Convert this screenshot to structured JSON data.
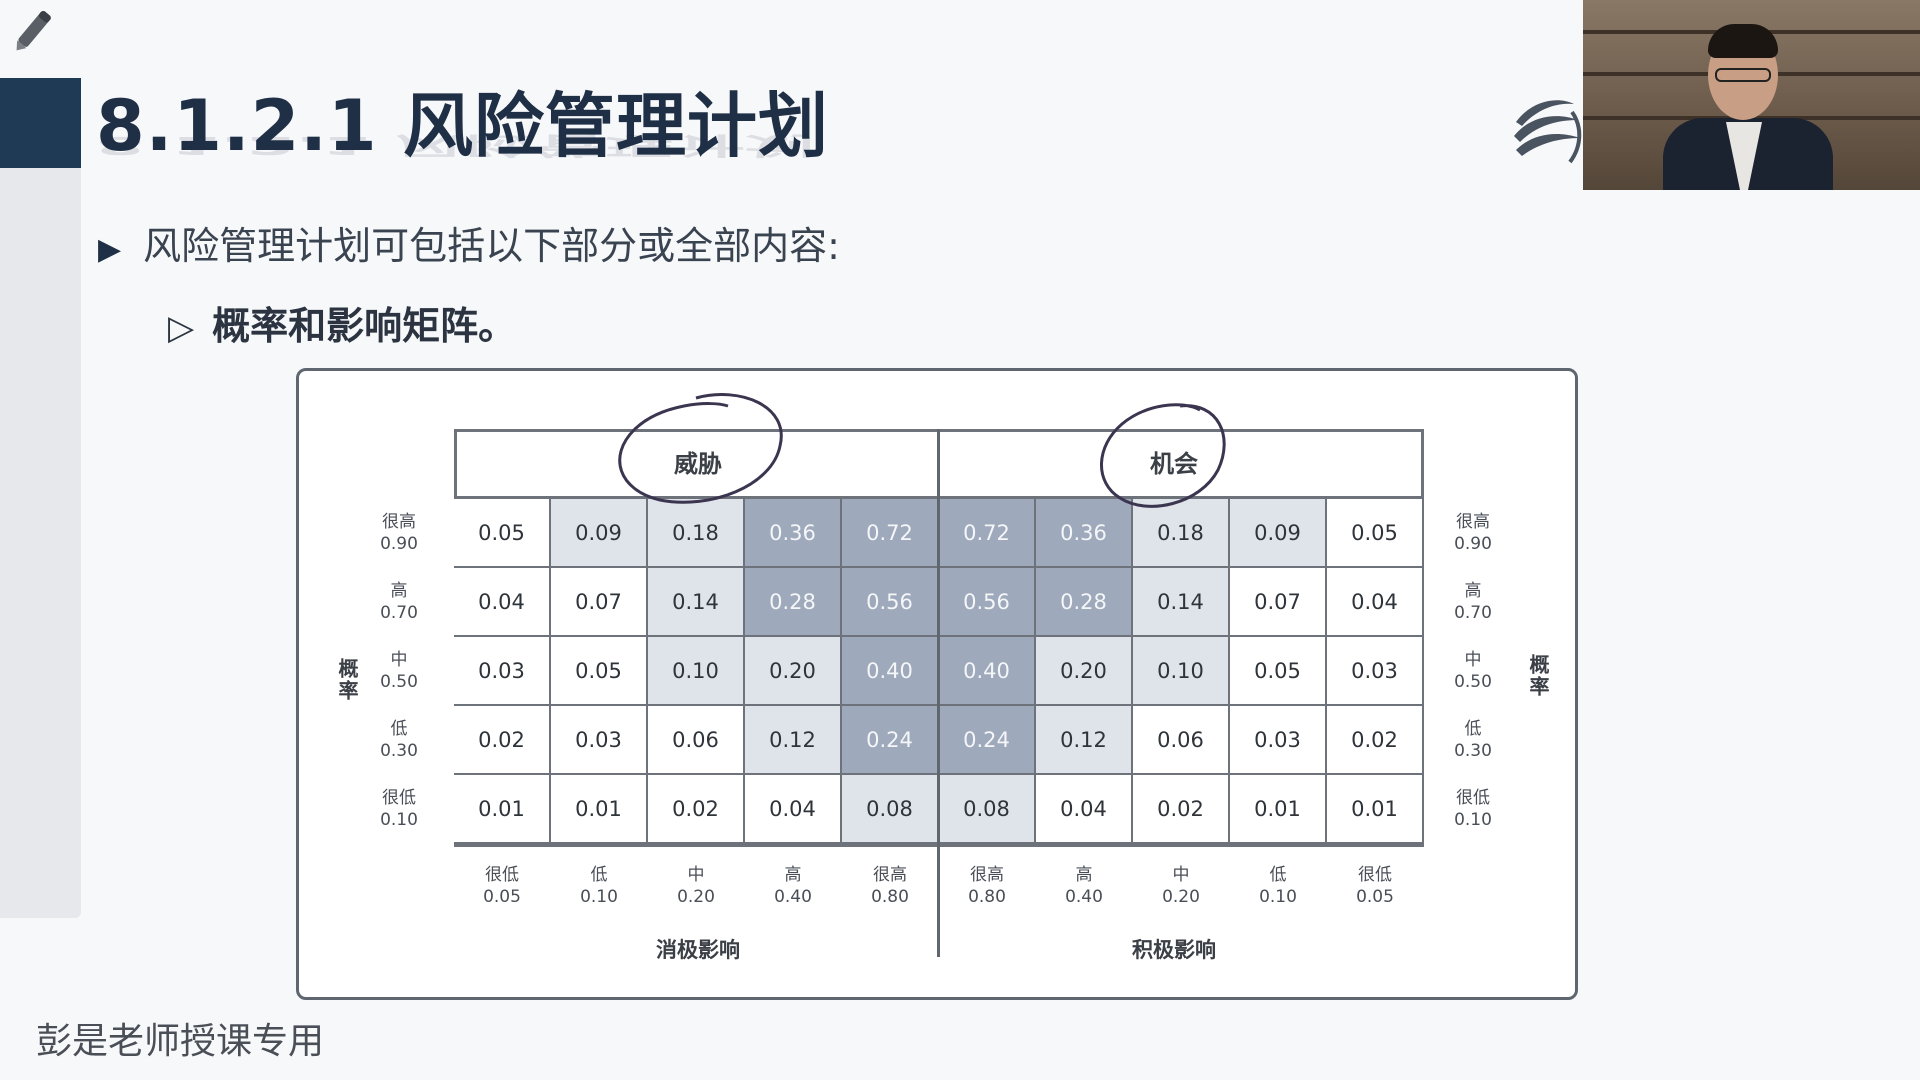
{
  "slide": {
    "title": "8.1.2.1 风险管理计划",
    "bullet1": "风险管理计划可包括以下部分或全部内容:",
    "bullet1_marker": "▶",
    "bullet2": "概率和影响矩阵。",
    "bullet2_marker": "▷",
    "footer": "彭是老师授课专用"
  },
  "matrix": {
    "threat_header": "威胁",
    "opportunity_header": "机会",
    "left_axis_title": "概率",
    "right_axis_title": "概率",
    "bottom_left_title": "消极影响",
    "bottom_right_title": "积极影响",
    "rows": [
      {
        "label": "很高",
        "value": "0.90",
        "cells": [
          "0.05",
          "0.09",
          "0.18",
          "0.36",
          "0.72",
          "0.72",
          "0.36",
          "0.18",
          "0.09",
          "0.05"
        ],
        "shade": [
          0,
          1,
          1,
          2,
          2,
          2,
          2,
          1,
          1,
          0
        ]
      },
      {
        "label": "高",
        "value": "0.70",
        "cells": [
          "0.04",
          "0.07",
          "0.14",
          "0.28",
          "0.56",
          "0.56",
          "0.28",
          "0.14",
          "0.07",
          "0.04"
        ],
        "shade": [
          0,
          0,
          1,
          2,
          2,
          2,
          2,
          1,
          0,
          0
        ]
      },
      {
        "label": "中",
        "value": "0.50",
        "cells": [
          "0.03",
          "0.05",
          "0.10",
          "0.20",
          "0.40",
          "0.40",
          "0.20",
          "0.10",
          "0.05",
          "0.03"
        ],
        "shade": [
          0,
          0,
          1,
          1,
          2,
          2,
          1,
          1,
          0,
          0
        ]
      },
      {
        "label": "低",
        "value": "0.30",
        "cells": [
          "0.02",
          "0.03",
          "0.06",
          "0.12",
          "0.24",
          "0.24",
          "0.12",
          "0.06",
          "0.03",
          "0.02"
        ],
        "shade": [
          0,
          0,
          0,
          1,
          2,
          2,
          1,
          0,
          0,
          0
        ]
      },
      {
        "label": "很低",
        "value": "0.10",
        "cells": [
          "0.01",
          "0.01",
          "0.02",
          "0.04",
          "0.08",
          "0.08",
          "0.04",
          "0.02",
          "0.01",
          "0.01"
        ],
        "shade": [
          0,
          0,
          0,
          0,
          1,
          1,
          0,
          0,
          0,
          0
        ]
      }
    ],
    "columns": [
      {
        "label": "很低",
        "value": "0.05"
      },
      {
        "label": "低",
        "value": "0.10"
      },
      {
        "label": "中",
        "value": "0.20"
      },
      {
        "label": "高",
        "value": "0.40"
      },
      {
        "label": "很高",
        "value": "0.80"
      },
      {
        "label": "很高",
        "value": "0.80"
      },
      {
        "label": "高",
        "value": "0.40"
      },
      {
        "label": "中",
        "value": "0.20"
      },
      {
        "label": "低",
        "value": "0.10"
      },
      {
        "label": "很低",
        "value": "0.05"
      }
    ]
  },
  "colors": {
    "title_block": "#1f3a55",
    "shade_light": "#dfe3ea",
    "shade_dark": "#9ea9bc",
    "annotation_ink": "#3b3550"
  },
  "icons": [
    "pen-tool-icon",
    "brand-logo-icon"
  ]
}
